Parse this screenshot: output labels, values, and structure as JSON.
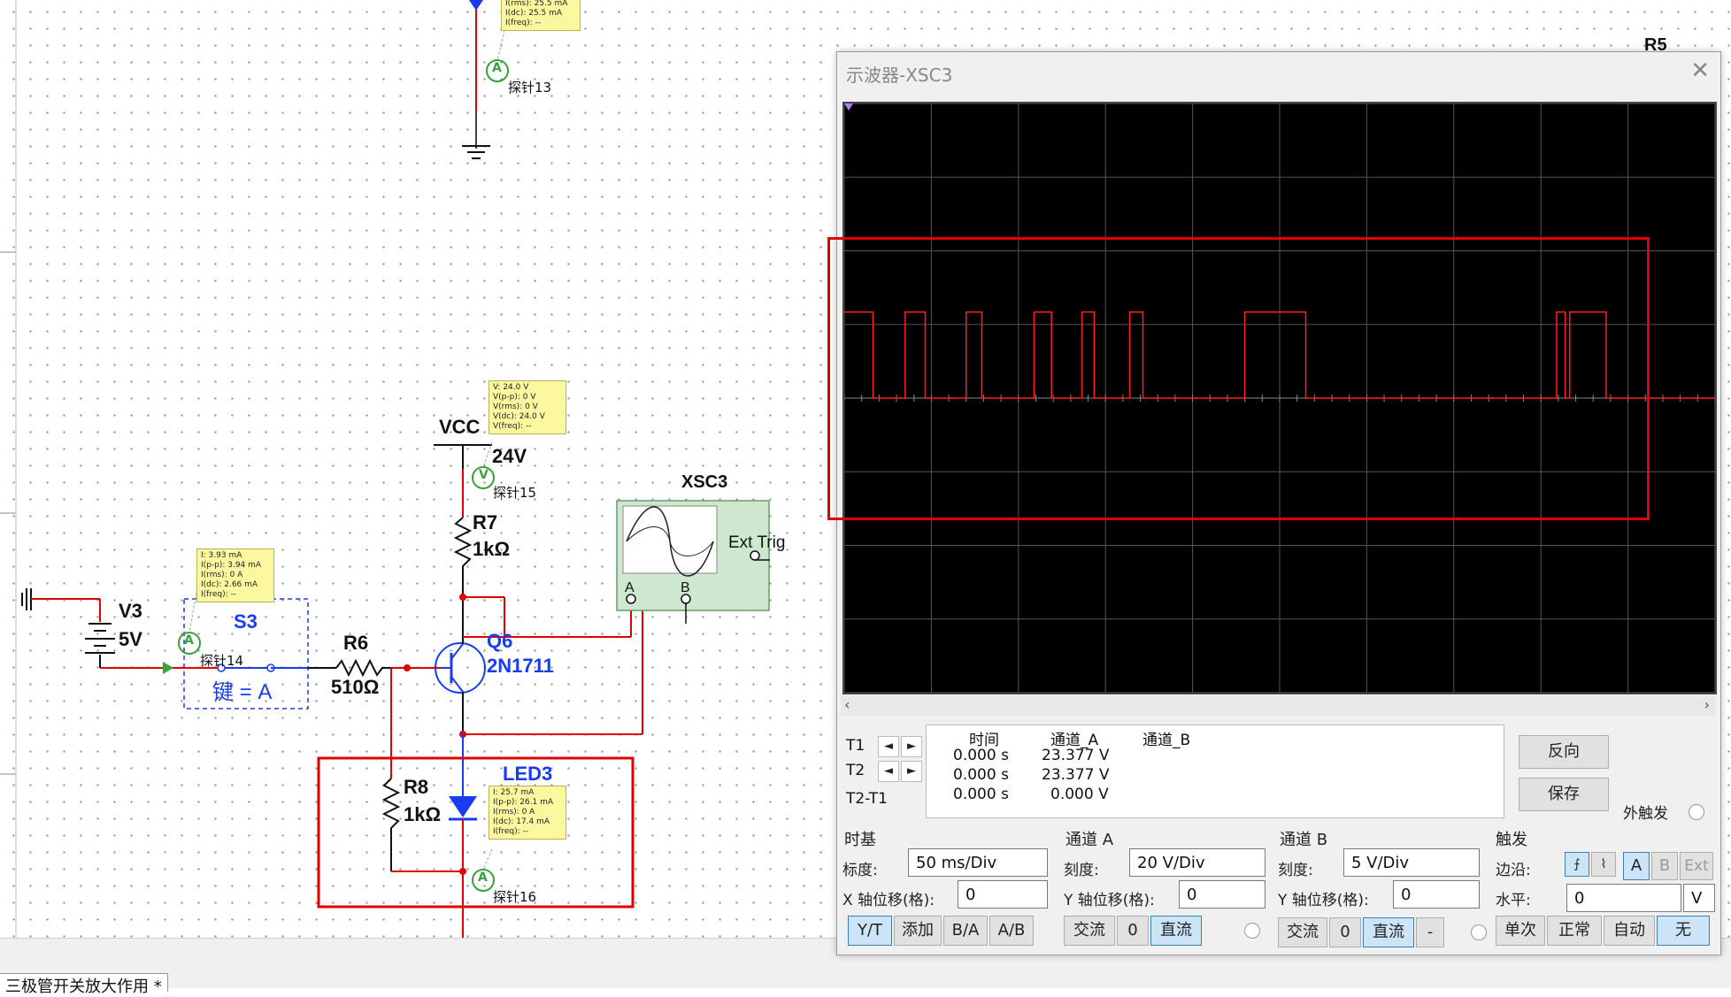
{
  "schematic": {
    "components": {
      "v3": "V3",
      "v3_value": "5V",
      "s3": "S3",
      "s3_key": "键 = A",
      "r6": "R6",
      "r6_value": "510Ω",
      "vcc": "VCC",
      "vcc_value": "24V",
      "r7": "R7",
      "r7_value": "1kΩ",
      "q6": "Q6",
      "q6_model": "2N1711",
      "r8": "R8",
      "r8_value": "1kΩ",
      "led3": "LED3",
      "xsc3": "XSC3",
      "ext_trig": "Ext Trig",
      "ch_a": "A",
      "ch_b": "B",
      "r5": "R5"
    },
    "probes": {
      "p13": {
        "name": "探针13",
        "lines": [
          "I(rms): 25.5 mA",
          "I(dc): 25.5 mA",
          "I(freq): --"
        ]
      },
      "p14": {
        "name": "探针14",
        "lines": [
          "I: 3.93 mA",
          "I(p-p): 3.94 mA",
          "I(rms): 0 A",
          "I(dc): 2.66 mA",
          "I(freq): --"
        ]
      },
      "p15": {
        "name": "探针15",
        "lines": [
          "V: 24.0 V",
          "V(p-p): 0 V",
          "V(rms): 0 V",
          "V(dc): 24.0 V",
          "V(freq): --"
        ]
      },
      "p16": {
        "name": "探针16",
        "lines": [
          "I: 25.7 mA",
          "I(p-p): 26.1 mA",
          "I(rms): 0 A",
          "I(dc): 17.4 mA",
          "I(freq): --"
        ]
      }
    },
    "probe_letter_a": "A",
    "probe_letter_v": "V",
    "wire_color": "#e00000",
    "highlight_color": "#e00000"
  },
  "document_tab": "三极管开关放大作用 *",
  "oscilloscope": {
    "title": "示波器-XSC3",
    "close_icon": "close-icon",
    "trace_color": "#ff2020",
    "grid": "on",
    "divisions": {
      "x": 10,
      "y": 8
    },
    "readout": {
      "headers": [
        "时间",
        "通道_A",
        "通道_B"
      ],
      "rows": [
        {
          "label": "T1",
          "time": "0.000 s",
          "a": "23.377 V",
          "b": ""
        },
        {
          "label": "T2",
          "time": "0.000 s",
          "a": "23.377 V",
          "b": ""
        },
        {
          "label": "T2-T1",
          "time": "0.000 s",
          "a": "0.000 V",
          "b": ""
        }
      ]
    },
    "buttons": {
      "reverse": "反向",
      "save": "保存",
      "ext_trigger": "外触发"
    },
    "timebase": {
      "title": "时基",
      "scale_label": "标度:",
      "scale": "50 ms/Div",
      "xpos_label": "X 轴位移(格):",
      "xpos": "0",
      "modes": [
        "Y/T",
        "添加",
        "B/A",
        "A/B"
      ],
      "active_mode": "Y/T"
    },
    "channel_a": {
      "title": "通道 A",
      "scale_label": "刻度:",
      "scale": "20  V/Div",
      "ypos_label": "Y 轴位移(格):",
      "ypos": "0",
      "coupling": [
        "交流",
        "0",
        "直流"
      ],
      "active": "直流"
    },
    "channel_b": {
      "title": "通道 B",
      "scale_label": "刻度:",
      "scale": "5  V/Div",
      "ypos_label": "Y 轴位移(格):",
      "ypos": "0",
      "coupling": [
        "交流",
        "0",
        "直流",
        "-"
      ],
      "active": "直流"
    },
    "trigger": {
      "title": "触发",
      "edge_label": "边沿:",
      "level_label": "水平:",
      "level": "0",
      "level_unit": "V",
      "edge_buttons": [
        "rising-edge-icon",
        "falling-edge-icon"
      ],
      "sources": [
        "A",
        "B",
        "Ext"
      ],
      "active_source": "A",
      "modes": [
        "单次",
        "正常",
        "自动",
        "无"
      ],
      "active_mode": "无"
    },
    "waveform": {
      "comment": "channel A digital pulse train, high level ~23.4 V at 20 V/Div",
      "high_v": 23.377,
      "low_v": 0,
      "pulses_div": [
        [
          0,
          0.33
        ],
        [
          0.7,
          0.93
        ],
        [
          1.4,
          1.58
        ],
        [
          2.18,
          2.38
        ],
        [
          2.73,
          2.87
        ],
        [
          3.28,
          3.43
        ],
        [
          4.6,
          5.3
        ],
        [
          8.18,
          8.28
        ],
        [
          8.33,
          8.75
        ]
      ]
    }
  }
}
